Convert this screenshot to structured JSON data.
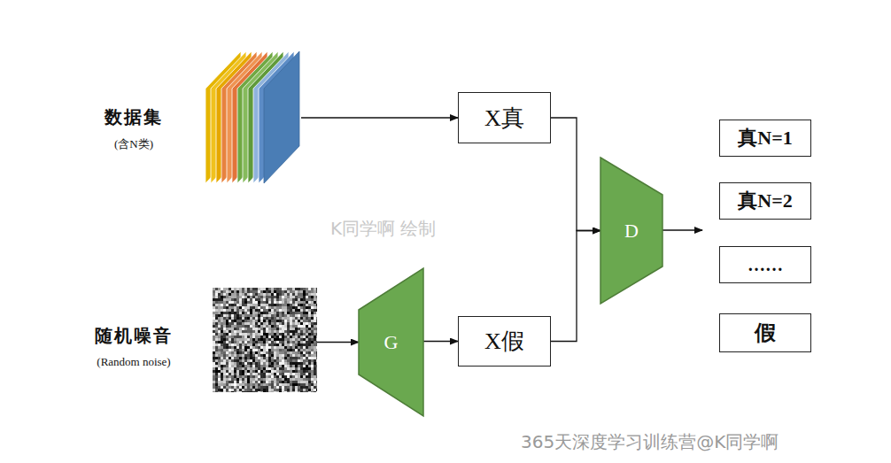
{
  "diagram": {
    "nodes": [
      {
        "text": [
          "数据集",
          "(含N类)"
        ]
      },
      {
        "text": [
          "X真"
        ]
      },
      {
        "text": [
          "随机噪音",
          "(Random noise)"
        ]
      },
      {
        "text": [
          "G"
        ]
      },
      {
        "text": [
          "X假"
        ]
      },
      {
        "text": [
          "D"
        ]
      },
      {
        "text": [
          "真N=1"
        ]
      },
      {
        "text": [
          "真N=2"
        ]
      },
      {
        "text": [
          "……"
        ]
      },
      {
        "text": [
          "假"
        ]
      }
    ],
    "edges": [
      {
        "from": 0,
        "to": 1,
        "arrow": "to"
      },
      {
        "from": 2,
        "to": 3,
        "arrow": "to"
      },
      {
        "from": 3,
        "to": 4,
        "arrow": "to"
      },
      {
        "from": 1,
        "to": 5,
        "arrow": "to"
      },
      {
        "from": 4,
        "to": 5,
        "arrow": "to"
      }
    ],
    "labels": [
      "K同学啊 绘制",
      "365天深度学习训练营@K同学啊"
    ]
  }
}
